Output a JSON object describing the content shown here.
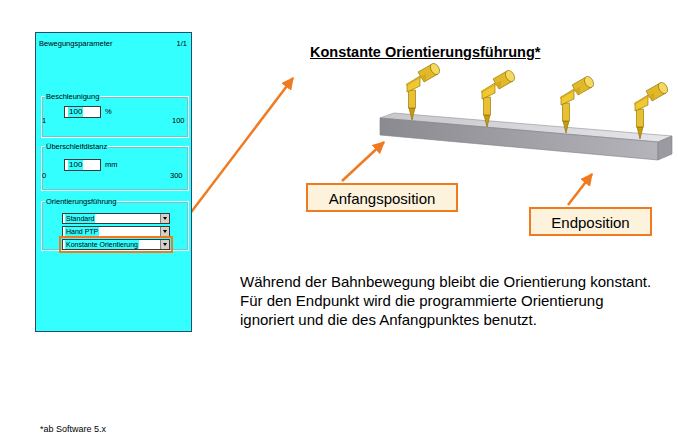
{
  "diagram": {
    "title": "Konstante Orientierungsführung*",
    "nodes": [
      {
        "text": [
          "Bewegungsparameter",
          "1/1"
        ]
      },
      {
        "text": [
          "Beschleunigung"
        ],
        "in": 0
      },
      {
        "text": [
          "100"
        ],
        "in": 1
      },
      {
        "text": [
          "Überschleifdistanz"
        ],
        "in": 0
      },
      {
        "text": [
          "100"
        ],
        "in": 3
      },
      {
        "text": [
          "Orientierungsführung"
        ],
        "in": 0
      },
      {
        "text": [
          "Standard"
        ],
        "in": 5
      },
      {
        "text": [
          "Hand PTP"
        ],
        "in": 5
      },
      {
        "text": [
          "Konstante Orientierung"
        ],
        "in": 5
      },
      {
        "text": [
          "Anfangsposition"
        ]
      },
      {
        "text": [
          "Endposition"
        ]
      }
    ],
    "labels": [
      "%",
      "1",
      "100",
      "mm",
      "0",
      "300",
      "Während der Bahnbewegung bleibt die Orientierung konstant. Für den Endpunkt wird die programmierte Orientierung ignoriert und die des Anfangpunktes benutzt.",
      "*ab Software 5.x"
    ]
  }
}
